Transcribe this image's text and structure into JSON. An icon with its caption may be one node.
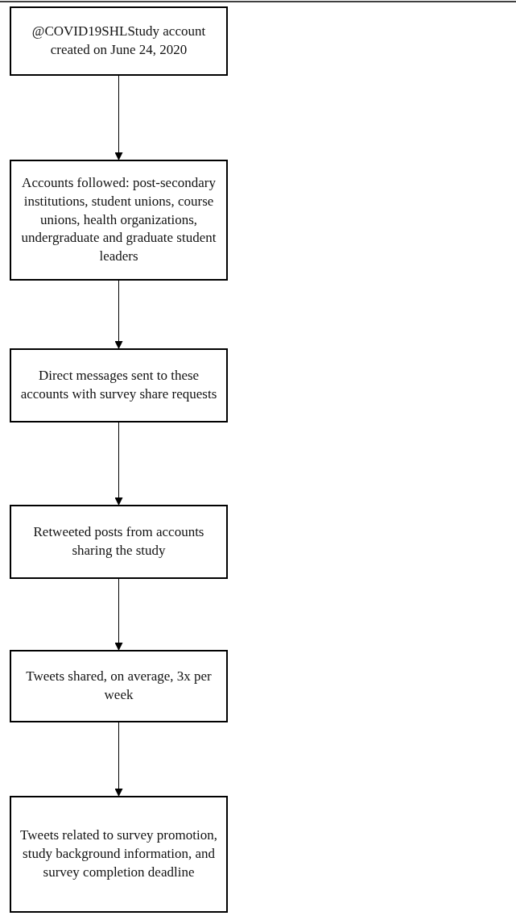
{
  "diagram": {
    "nodes": [
      {
        "text": [
          "@COVID19SHLStudy account created on June 24, 2020"
        ]
      },
      {
        "text": [
          "Accounts followed: post-secondary institutions, student unions, course unions, health organizations, undergraduate and graduate student leaders"
        ]
      },
      {
        "text": [
          "Direct messages sent to these accounts with survey share requests"
        ]
      },
      {
        "text": [
          "Retweeted posts from accounts sharing the study"
        ]
      },
      {
        "text": [
          "Tweets shared, on average, 3x per week"
        ]
      },
      {
        "text": [
          "Tweets related to survey promotion, study background information, and survey completion deadline"
        ]
      }
    ],
    "edges": [
      {
        "from": 0,
        "to": 1,
        "arrow": "to"
      },
      {
        "from": 1,
        "to": 2,
        "arrow": "to"
      },
      {
        "from": 2,
        "to": 3,
        "arrow": "to"
      },
      {
        "from": 3,
        "to": 4,
        "arrow": "to"
      },
      {
        "from": 4,
        "to": 5,
        "arrow": "to"
      }
    ]
  }
}
